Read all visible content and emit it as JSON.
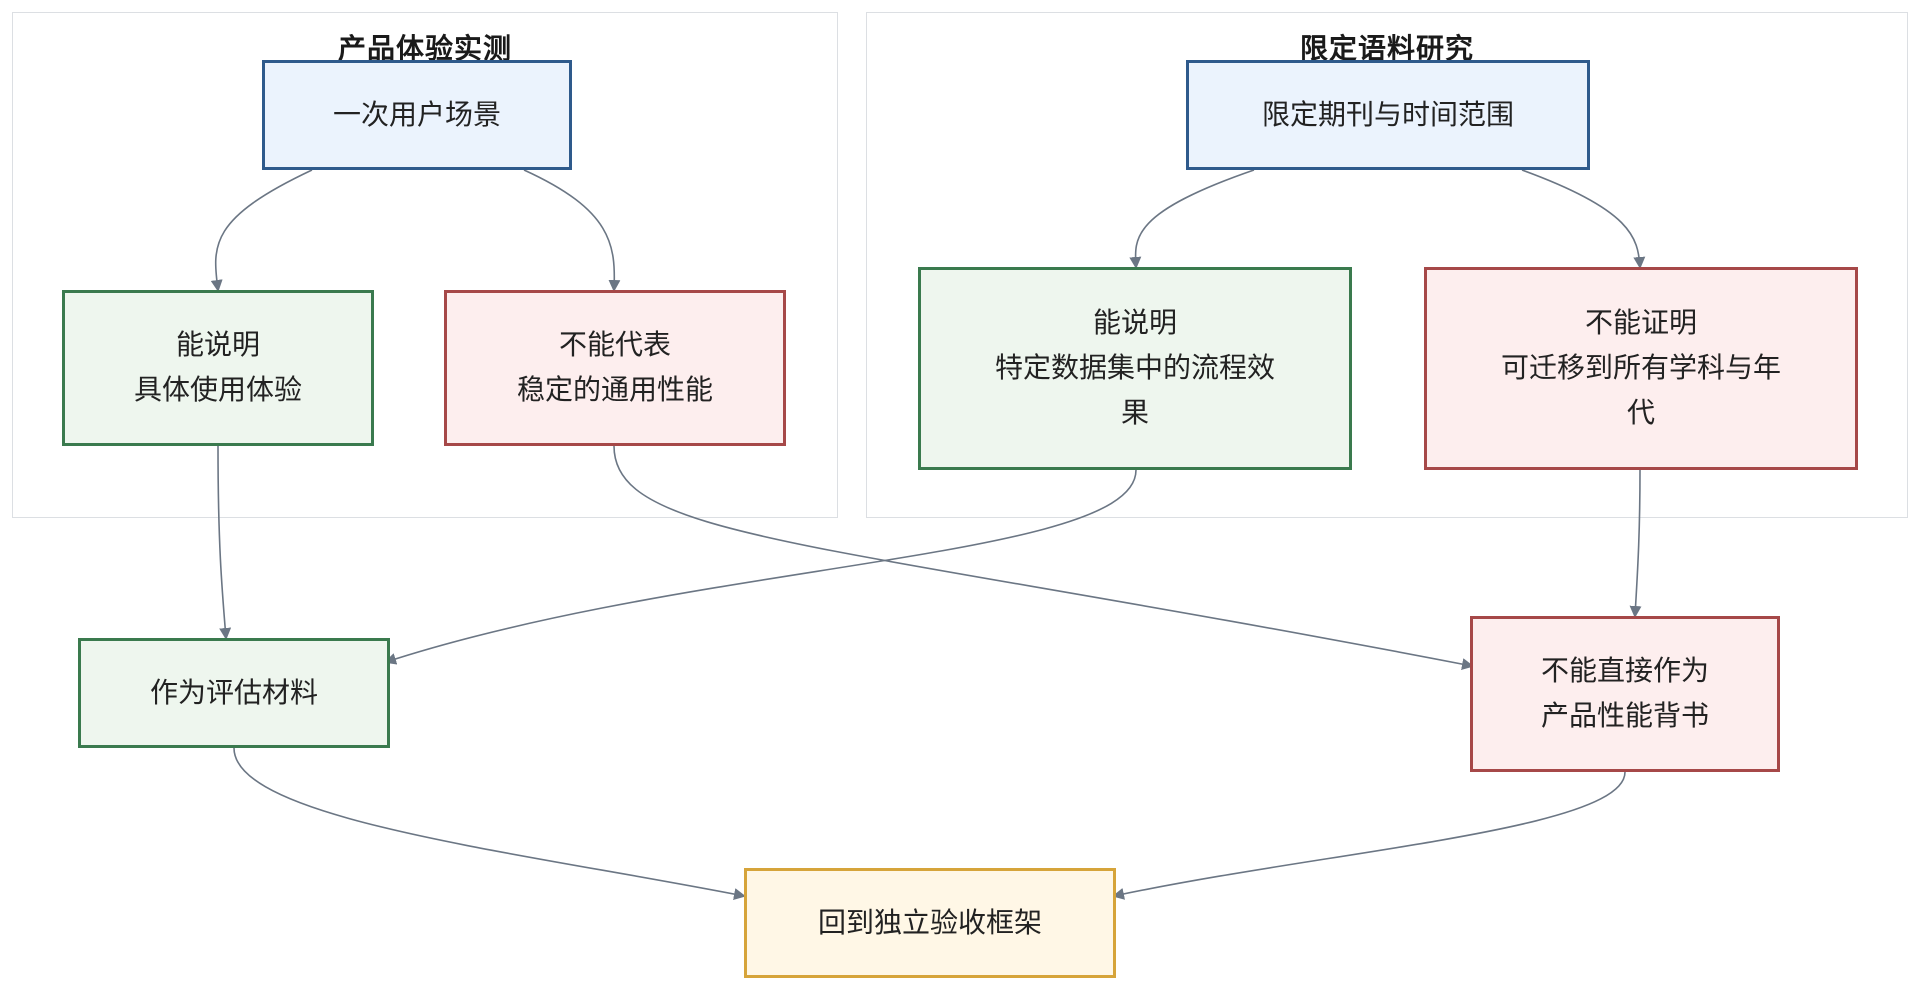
{
  "clusters": {
    "left": {
      "title": "产品体验实测"
    },
    "right": {
      "title": "限定语料研究"
    }
  },
  "nodes": {
    "user_scene": "一次用户场景",
    "explain_use": "能说明\n具体使用体验",
    "not_represent": "不能代表\n稳定的通用性能",
    "limited_scope": "限定期刊与时间范围",
    "explain_flow": "能说明\n特定数据集中的流程效\n果",
    "not_prove": "不能证明\n可迁移到所有学科与年\n代",
    "eval_material": "作为评估材料",
    "not_endorse": "不能直接作为\n产品性能背书",
    "back_framework": "回到独立验收框架"
  },
  "colors": {
    "start_fill": "#ebf3fd",
    "start_border": "#2e5a8c",
    "good_fill": "#eef6ee",
    "good_border": "#3a7a4e",
    "bad_fill": "#fdeeee",
    "bad_border": "#a64848",
    "final_fill": "#fff7e6",
    "final_border": "#d6a43a",
    "edge": "#6b7684"
  }
}
